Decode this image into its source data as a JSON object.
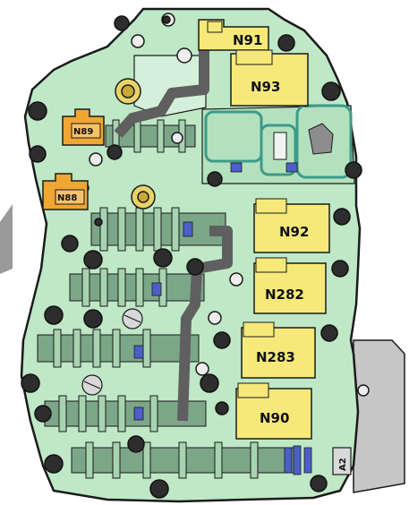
{
  "colors": {
    "body": "#bfe8c6",
    "body_dark": "#9fd3aa",
    "valve": "#7ca688",
    "valve_light": "#a8d3b1",
    "yellow": "#f6e97a",
    "orange": "#f0a632",
    "bolt": "#2d2d2d",
    "channel": "#5f5f5f",
    "blue": "#4c5fc8",
    "outline": "#1a1a1a",
    "panel": "#c8c8c8",
    "plate": "#bdbdbd"
  },
  "components": {
    "n91": "N91",
    "n93": "N93",
    "n89": "N89",
    "n88": "N88",
    "n92": "N92",
    "n282": "N282",
    "n283": "N283",
    "n90": "N90",
    "a2": "A2"
  }
}
